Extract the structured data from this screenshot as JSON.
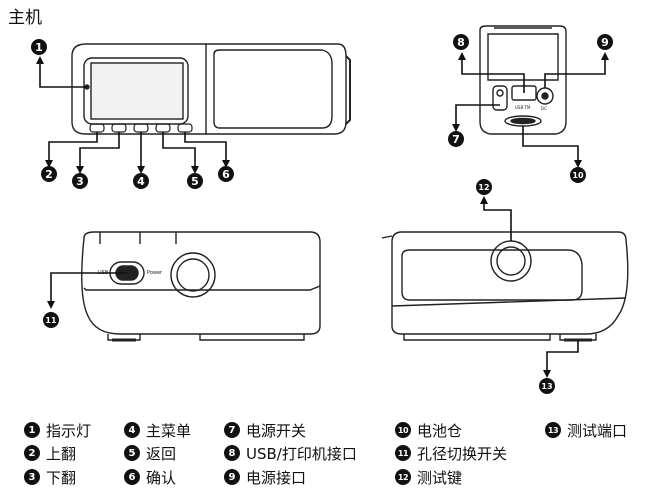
{
  "title": "主机",
  "device_labels": {
    "usb_tm": "USB TM",
    "dc": "DC",
    "switch_left": "USB",
    "switch_right": "Power"
  },
  "legend": [
    {
      "num": "1",
      "label": "指示灯"
    },
    {
      "num": "2",
      "label": "上翻"
    },
    {
      "num": "3",
      "label": "下翻"
    },
    {
      "num": "4",
      "label": "主菜单"
    },
    {
      "num": "5",
      "label": "返回"
    },
    {
      "num": "6",
      "label": "确认"
    },
    {
      "num": "7",
      "label": "电源开关"
    },
    {
      "num": "8",
      "label": "USB/打印机接口"
    },
    {
      "num": "9",
      "label": "电源接口"
    },
    {
      "num": "10",
      "label": "电池仓"
    },
    {
      "num": "11",
      "label": "孔径切换开关"
    },
    {
      "num": "12",
      "label": "测试键"
    },
    {
      "num": "13",
      "label": "测试端口"
    }
  ],
  "callouts": [
    "1",
    "2",
    "3",
    "4",
    "5",
    "6",
    "7",
    "8",
    "9",
    "10",
    "11",
    "12",
    "13"
  ]
}
